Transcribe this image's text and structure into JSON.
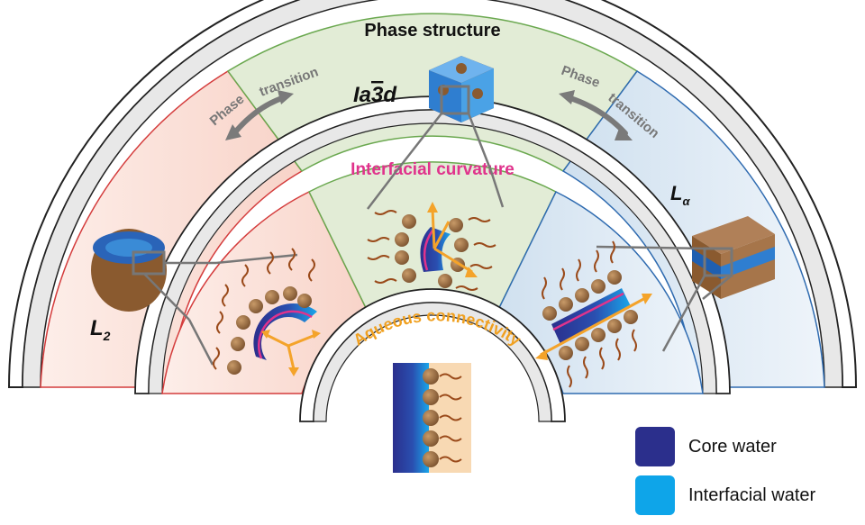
{
  "labels": {
    "phase_structure": "Phase structure",
    "interfacial_curvature": "Interfacial curvature",
    "aqueous_connectivity": "Aqueous connectivity",
    "phase_transition_left": {
      "word1": "Phase",
      "word2": "transition"
    },
    "phase_transition_right": {
      "word1": "Phase",
      "word2": "transition"
    },
    "phase_L2": {
      "main": "L",
      "sub": "2"
    },
    "phase_cubic": {
      "main": "Ia",
      "bar": "3",
      "end": "d"
    },
    "phase_La": {
      "main": "L",
      "sub": "α"
    }
  },
  "legend": [
    {
      "label": "Core water",
      "color": "#2b2f8c"
    },
    {
      "label": "Interfacial water",
      "color": "#0ea5e9"
    }
  ],
  "colors": {
    "l2_region": "#fbe3dc",
    "cubic_region": "#e2ecd6",
    "la_region": "#deeaf5",
    "arc_gray": "#e6e6e6",
    "pink_text": "#e0338c",
    "orange_text": "#f0a020",
    "lipid_head": "#9c7042",
    "lipid_tail": "#9a4a1a",
    "arrow_gray": "#7a7a7a",
    "arrow_orange": "#f4a32a"
  }
}
